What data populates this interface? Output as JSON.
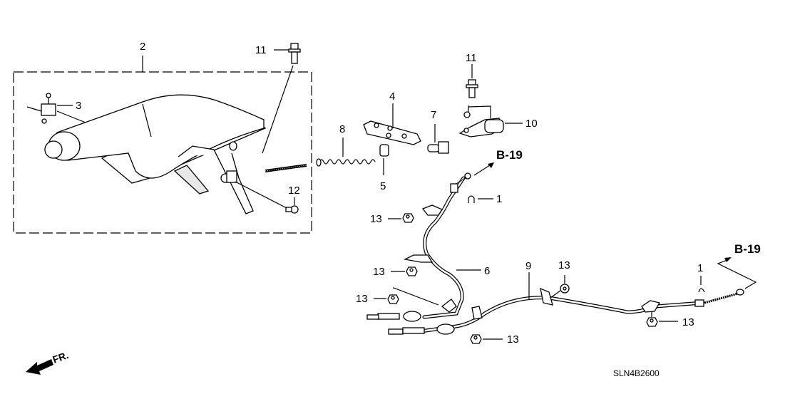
{
  "diagram": {
    "code": "SLN4B2600",
    "direction_label": "FR.",
    "references": [
      "B-19",
      "B-19"
    ],
    "callouts": {
      "c1a": "1",
      "c1b": "1",
      "c2": "2",
      "c3": "3",
      "c4": "4",
      "c5": "5",
      "c6": "6",
      "c7": "7",
      "c8": "8",
      "c9": "9",
      "c10": "10",
      "c11a": "11",
      "c11b": "11",
      "c12": "12",
      "c13a": "13",
      "c13b": "13",
      "c13c": "13",
      "c13d": "13",
      "c13e": "13",
      "c13f": "13"
    }
  }
}
